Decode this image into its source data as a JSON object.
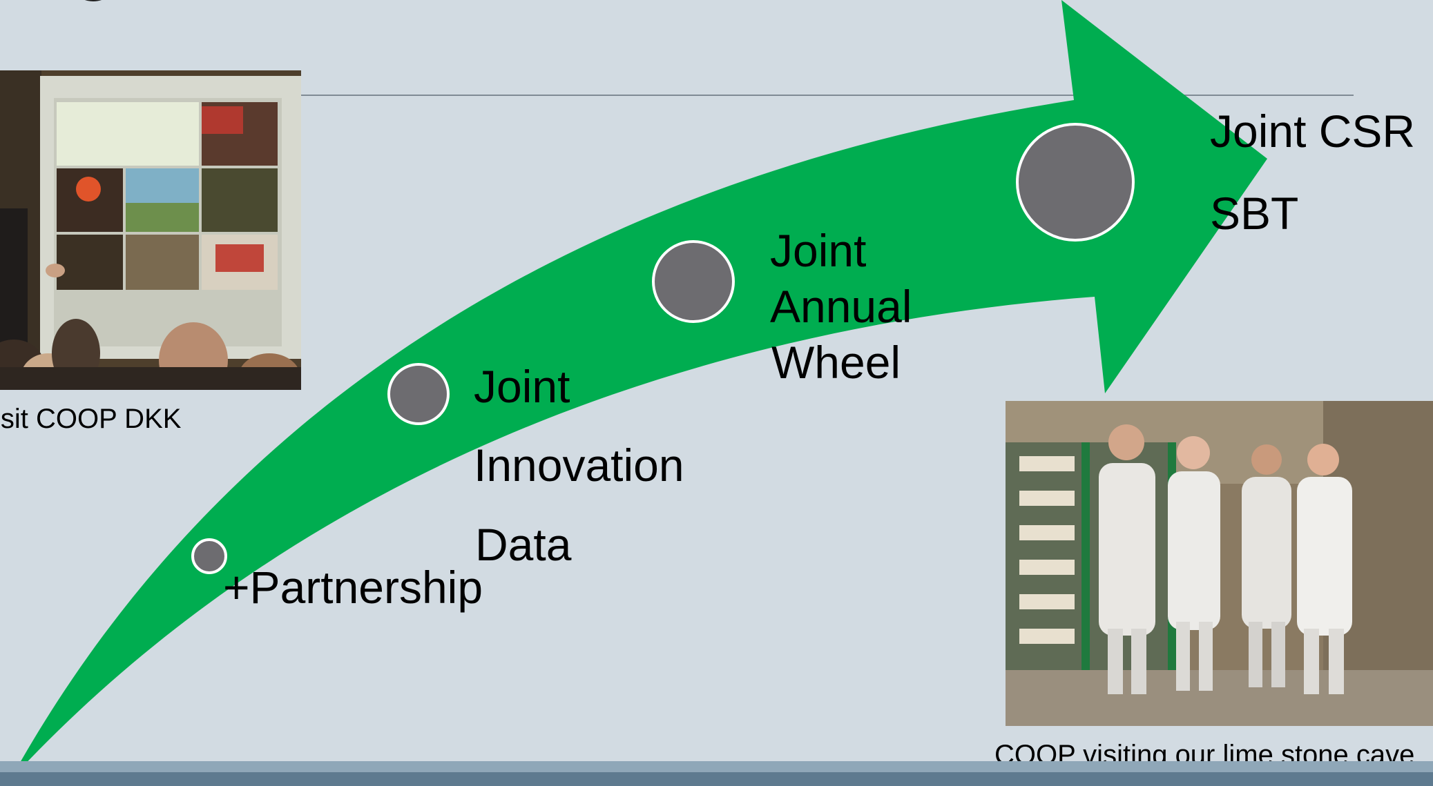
{
  "colors": {
    "background": "#d2dbe2",
    "arrow": "#00ad50",
    "circle_fill": "#6d6c70",
    "circle_stroke": "#ffffff",
    "footer_light": "#8fa7b8",
    "footer_dark": "#5e7a8f"
  },
  "stages": [
    {
      "label": "+Partnership"
    },
    {
      "label": "Joint"
    },
    {
      "label": "Innovation"
    },
    {
      "label": "Data"
    },
    {
      "label": "Joint"
    },
    {
      "label": "Annual"
    },
    {
      "label": "Wheel"
    },
    {
      "label": "Joint CSR"
    },
    {
      "label": "SBT"
    }
  ],
  "captions": {
    "left": "isit COOP DKK",
    "right": "COOP visiting our lime stone cave"
  },
  "photos": {
    "left": "presentation-photo",
    "right": "group-in-cave-photo"
  }
}
